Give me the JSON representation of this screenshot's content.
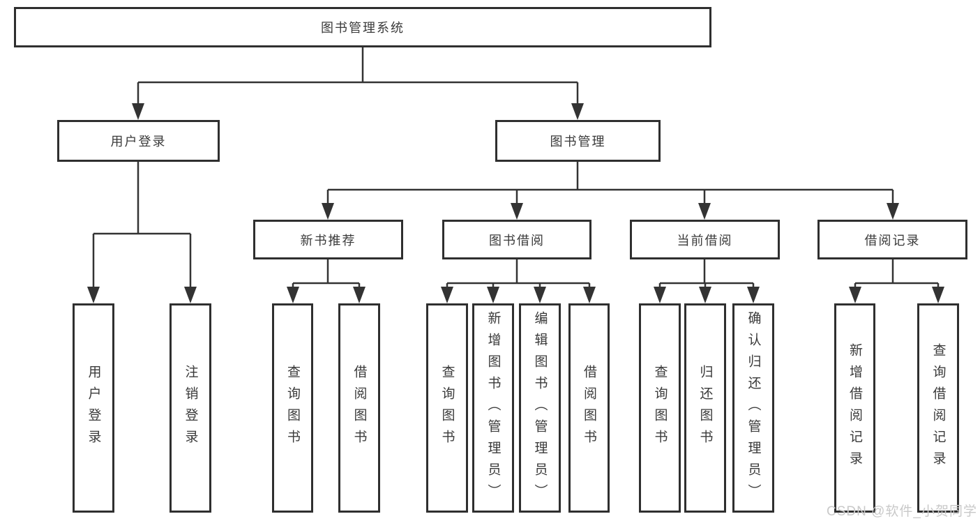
{
  "colors": {
    "line": "#333333",
    "border": "#2f2f2f",
    "fill": "#ffffff",
    "text": "#3a3a3a",
    "watermark": "#c9c9c9"
  },
  "tree": {
    "root": {
      "label": "图书管理系统"
    },
    "branches": [
      {
        "label": "用户登录",
        "children": [
          {
            "label": "用户登录"
          },
          {
            "label": "注销登录"
          }
        ]
      },
      {
        "label": "图书管理",
        "children": [
          {
            "label": "新书推荐",
            "children": [
              {
                "label": "查询图书"
              },
              {
                "label": "借阅图书"
              }
            ]
          },
          {
            "label": "图书借阅",
            "children": [
              {
                "label": "查询图书"
              },
              {
                "label": "新增图书（管理员）"
              },
              {
                "label": "编辑图书（管理员）"
              },
              {
                "label": "借阅图书"
              }
            ]
          },
          {
            "label": "当前借阅",
            "children": [
              {
                "label": "查询图书"
              },
              {
                "label": "归还图书"
              },
              {
                "label": "确认归还（管理员）"
              }
            ]
          },
          {
            "label": "借阅记录",
            "children": [
              {
                "label": "新增借阅记录"
              },
              {
                "label": "查询借阅记录"
              }
            ]
          }
        ]
      }
    ]
  },
  "watermark": {
    "text": "CSDN @软件_小贺同学"
  }
}
